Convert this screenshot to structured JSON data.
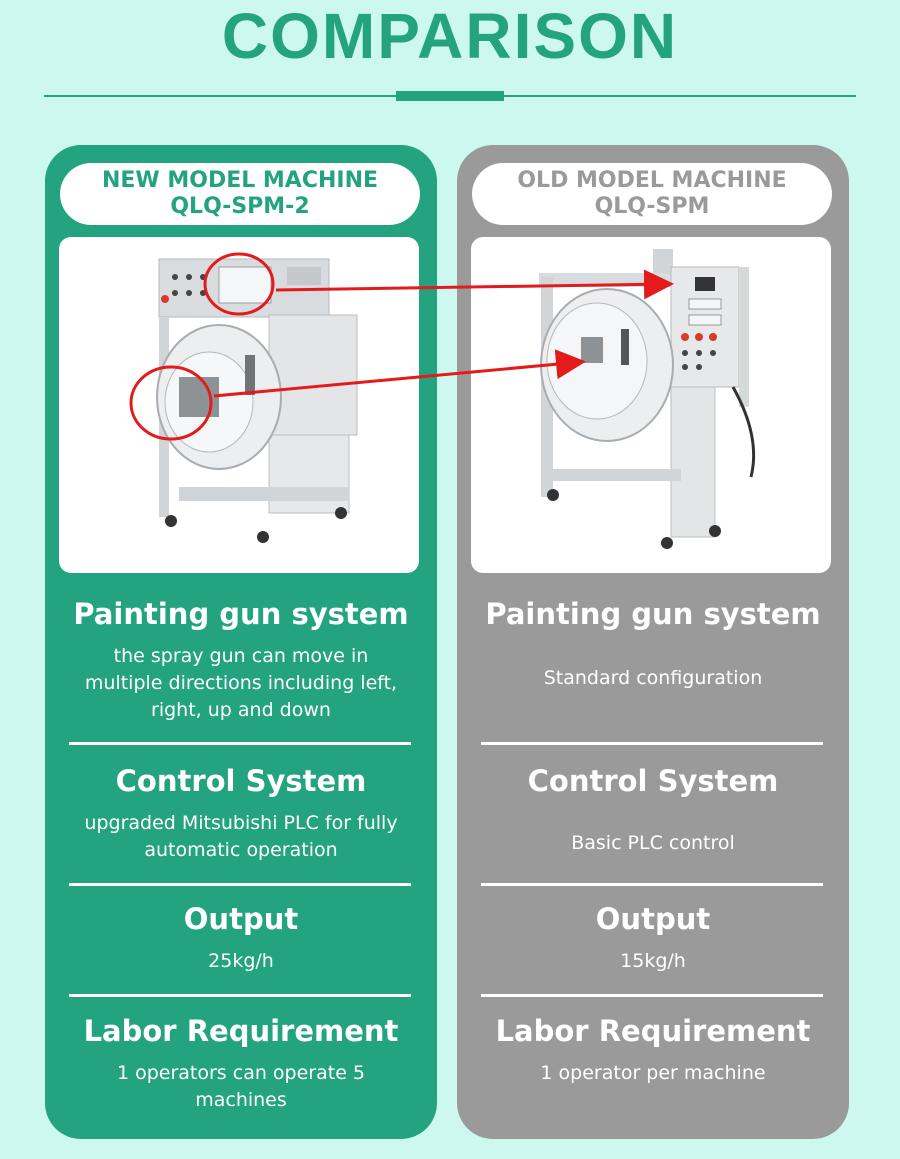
{
  "title": "COMPARISON",
  "new_model": {
    "name_line1": "NEW MODEL MACHINE",
    "name_line2": "QLQ-SPM-2",
    "sections": [
      {
        "heading": "Painting gun system",
        "text": "the spray gun can move in multiple directions including left, right, up and down"
      },
      {
        "heading": "Control System",
        "text": "upgraded Mitsubishi PLC for fully automatic operation"
      },
      {
        "heading": "Output",
        "text": "25kg/h"
      },
      {
        "heading": "Labor Requirement",
        "text": "1 operators can operate 5 machines"
      }
    ]
  },
  "old_model": {
    "name_line1": "OLD MODEL MACHINE",
    "name_line2": "QLQ-SPM",
    "sections": [
      {
        "heading": "Painting gun system",
        "text": "Standard configuration"
      },
      {
        "heading": "Control System",
        "text": "Basic PLC control"
      },
      {
        "heading": "Output",
        "text": "15kg/h"
      },
      {
        "heading": "Labor Requirement",
        "text": "1 operator per machine"
      }
    ]
  },
  "colors": {
    "background": "#cdf8ef",
    "new_accent": "#23a37f",
    "old_accent": "#9a9a9a",
    "highlight": "#e31b1b"
  }
}
